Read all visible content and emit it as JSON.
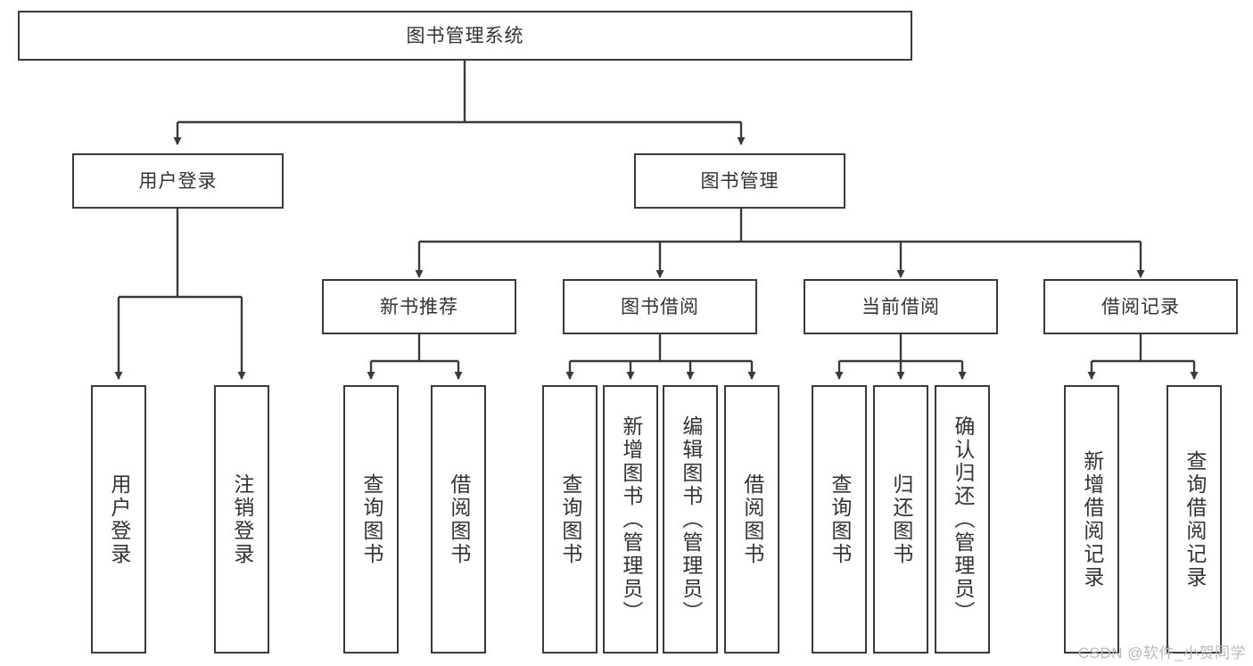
{
  "diagram": {
    "title_node": {
      "label": "图书管理系统"
    },
    "level2": [
      {
        "id": "user-login",
        "label": "用户登录"
      },
      {
        "id": "book-management",
        "label": "图书管理"
      }
    ],
    "level3": [
      {
        "id": "new-book-recommend",
        "label": "新书推荐"
      },
      {
        "id": "book-borrow",
        "label": "图书借阅"
      },
      {
        "id": "current-borrow",
        "label": "当前借阅"
      },
      {
        "id": "borrow-record",
        "label": "借阅记录"
      }
    ],
    "leaves": [
      {
        "id": "leaf-user-login",
        "label": "用户登录"
      },
      {
        "id": "leaf-user-logout",
        "label": "注销登录"
      },
      {
        "id": "leaf-query-book-1",
        "label": "查询图书"
      },
      {
        "id": "leaf-borrow-book-1",
        "label": "借阅图书"
      },
      {
        "id": "leaf-query-book-2",
        "label": "查询图书"
      },
      {
        "id": "leaf-add-book",
        "label": "新增图书（管理员）"
      },
      {
        "id": "leaf-edit-book",
        "label": "编辑图书（管理员）"
      },
      {
        "id": "leaf-borrow-book-2",
        "label": "借阅图书"
      },
      {
        "id": "leaf-query-book-3",
        "label": "查询图书"
      },
      {
        "id": "leaf-return-book",
        "label": "归还图书"
      },
      {
        "id": "leaf-confirm-return",
        "label": "确认归还（管理员）"
      },
      {
        "id": "leaf-add-record",
        "label": "新增借阅记录"
      },
      {
        "id": "leaf-query-record",
        "label": "查询借阅记录"
      }
    ]
  },
  "watermark": {
    "text": "CSDN @软件_小贺同学"
  },
  "colors": {
    "stroke": "#3a3a3a",
    "text": "#333333",
    "background": "#ffffff",
    "watermark": "#b9b9b9"
  }
}
